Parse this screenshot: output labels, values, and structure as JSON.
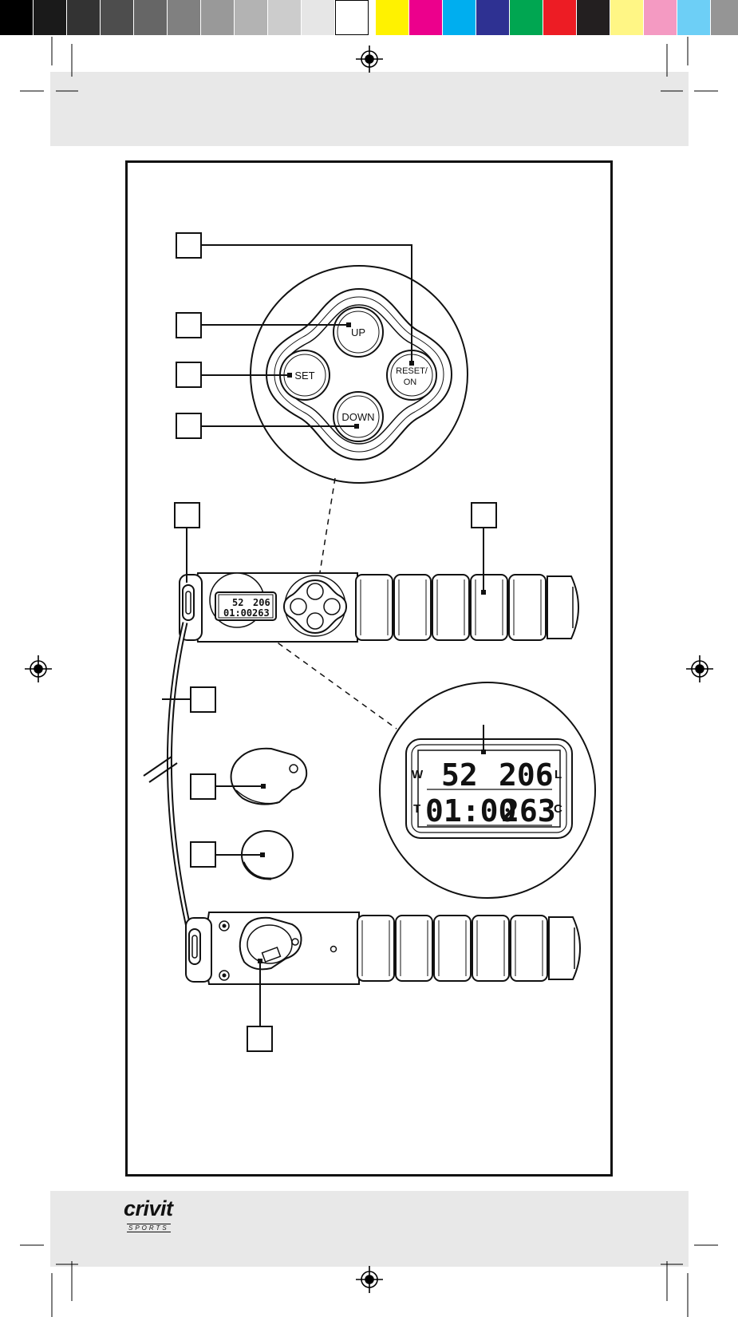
{
  "colors": {
    "grays": [
      "#000000",
      "#1a1a1a",
      "#333333",
      "#4d4d4d",
      "#666666",
      "#808080",
      "#999999",
      "#b3b3b3",
      "#cccccc",
      "#e6e6e6",
      "#ffffff"
    ],
    "process": [
      "#fff200",
      "#ec008c",
      "#00aeef",
      "#2e3192",
      "#00a651",
      "#ed1c24",
      "#231f20",
      "#fff685",
      "#f49ac2",
      "#6dcff6",
      "#959595"
    ]
  },
  "keypad": {
    "up": "UP",
    "set": "SET",
    "reset_line1": "RESET/",
    "reset_line2": "ON",
    "down": "DOWN"
  },
  "display": {
    "weight_label": "W",
    "weight_value": "52",
    "length_label": "L",
    "length_value": "206",
    "time_label": "T",
    "time_value": "01:00",
    "count_label": "C",
    "count_value": "263"
  },
  "brand": {
    "name": "crivit",
    "sub": "SPORTS"
  }
}
